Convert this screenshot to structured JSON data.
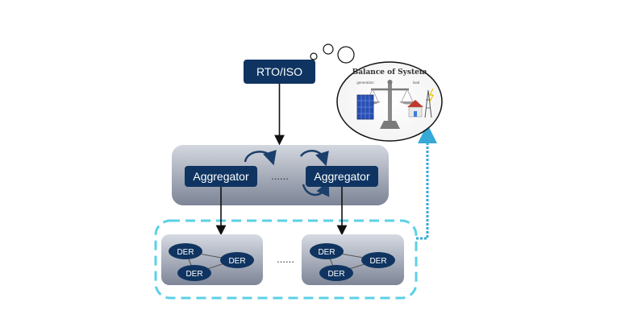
{
  "rto": {
    "label": "RTO/ISO"
  },
  "aggregators": [
    {
      "label": "Aggregator"
    },
    {
      "label": "Aggregator"
    }
  ],
  "aggregator_ellipsis": "......",
  "der_groups": [
    {
      "nodes": [
        "DER",
        "DER",
        "DER"
      ]
    },
    {
      "nodes": [
        "DER",
        "DER",
        "DER"
      ]
    }
  ],
  "der_ellipsis": "......",
  "bubble": {
    "title": "Balance of System",
    "generation_label": "generation",
    "load_label": "load"
  },
  "colors": {
    "navy": "#0f3461",
    "panel_top": "#c9ced8",
    "panel_bottom": "#7f8798",
    "dashed_border": "#5bd0e6",
    "connector": "#36a9d6"
  }
}
